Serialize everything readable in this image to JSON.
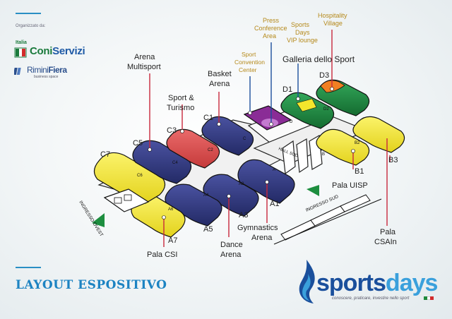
{
  "header": {
    "org_label": "Organizzato da:",
    "italia_label": "Italia",
    "coni_brand": "Coni",
    "coni_brand2": "Servizi",
    "rimini_brand": "Rimini",
    "rimini_brand2": "Fiera",
    "rimini_sub": "business space"
  },
  "footer": {
    "title": "LAYOUT ESPOSITIVO",
    "brand_part1": "sports",
    "brand_part2": "days",
    "tagline": "conoscere, praticare, investire nello sport",
    "flag_colors": [
      "#1f8a3c",
      "#ffffff",
      "#d22b2b"
    ]
  },
  "colors": {
    "accent_blue": "#1c83c2",
    "label_gold": "#b5891a",
    "label_black": "#222222",
    "leader_red": "#c8283c",
    "hall_yellow": "#f3e62c",
    "hall_navy": "#2d3478",
    "hall_red": "#d64747",
    "hall_purple": "#8a2c96",
    "hall_green": "#1d8e3f",
    "hall_orange": "#f07f22"
  },
  "map": {
    "labels": {
      "press": "Press Conference Area",
      "sports_vip": "Sports Days VIP lounge",
      "hospitality": "Hospitality Village",
      "sport_convention": "Sport Convention Center",
      "galleria": "Galleria dello Sport",
      "arena_multisport": "Arena Multisport",
      "basket_arena": "Basket Arena",
      "sport_turismo": "Sport & Turismo",
      "c1": "C1",
      "c3": "C3",
      "c5": "C5",
      "c7": "C7",
      "d1": "D1",
      "d3": "D3",
      "b1": "B1",
      "b3": "B3",
      "pala_uisp": "Pala UISP",
      "pala_csain": "Pala CSAIn",
      "a1": "A1",
      "a3": "A3",
      "a5": "A5",
      "a7": "A7",
      "pala_csi": "Pala CSI",
      "dance_arena": "Dance Arena",
      "gymnastics_arena": "Gymnastics Arena",
      "ingresso_ovest": "INGRESSO OVEST",
      "ingresso_sud": "INGRESSO SUD",
      "hall_sud": "HALL SUD"
    },
    "small_tags": {
      "a2": "A2",
      "a4": "A4",
      "a6": "A6",
      "a": "A",
      "c2": "C2",
      "c4": "C4",
      "c6": "C6",
      "c": "C",
      "b2": "B2",
      "b": "B",
      "d": "D",
      "d2": "D2"
    }
  }
}
